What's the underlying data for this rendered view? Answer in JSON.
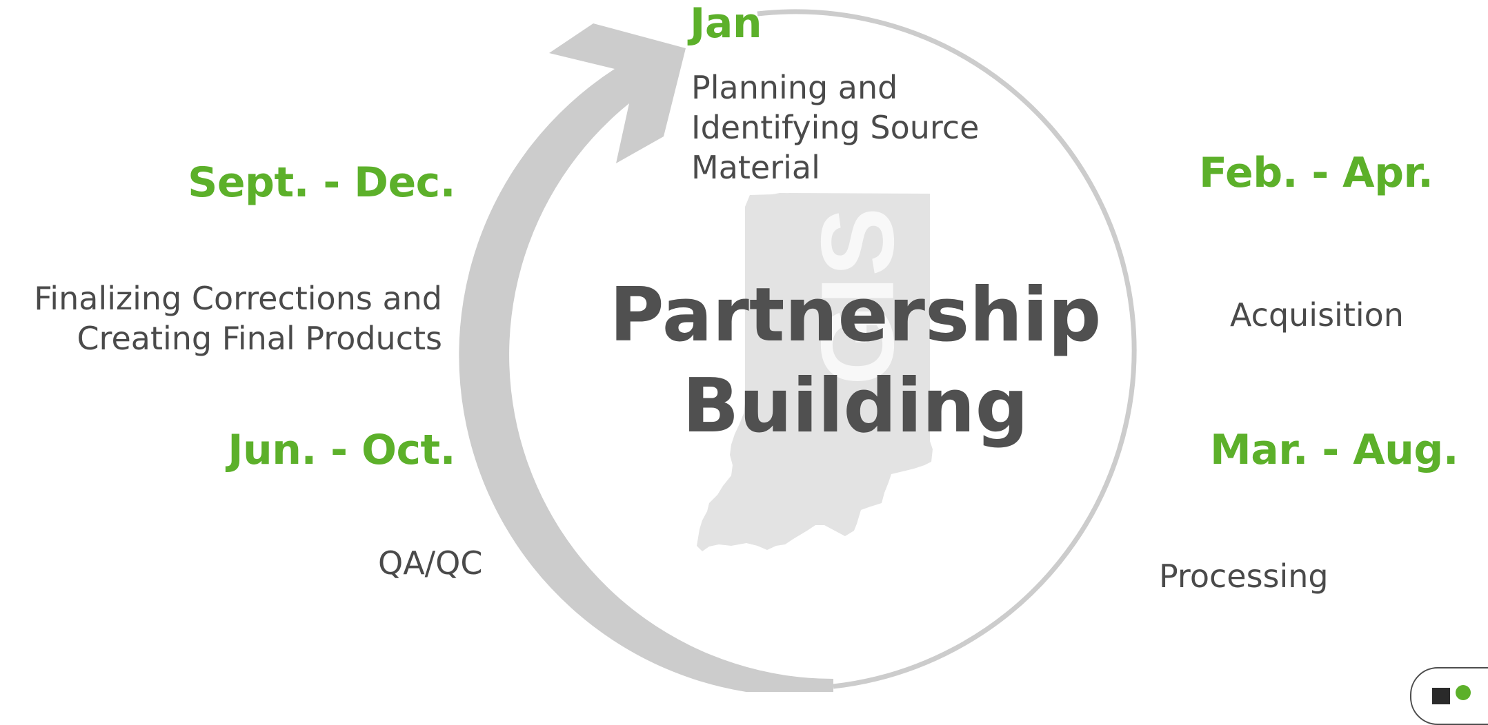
{
  "diagram": {
    "title": "Partnership Building",
    "stages": [
      {
        "period": "Jan",
        "description": "Planning and Identifying Source Material"
      },
      {
        "period": "Feb. - Apr.",
        "description": "Acquisition"
      },
      {
        "period": "Mar. - Aug.",
        "description": "Processing"
      },
      {
        "period": "Jun. - Oct.",
        "description": "QA/QC"
      },
      {
        "period": "Sept. - Dec.",
        "description": "Finalizing Corrections and Creating Final Products"
      }
    ]
  },
  "watermark": {
    "text": "GIS"
  },
  "colors": {
    "accent": "#5cb02a",
    "ring": "#cccccc",
    "text": "#4a4a4a",
    "watermark": "#e3e3e3"
  }
}
